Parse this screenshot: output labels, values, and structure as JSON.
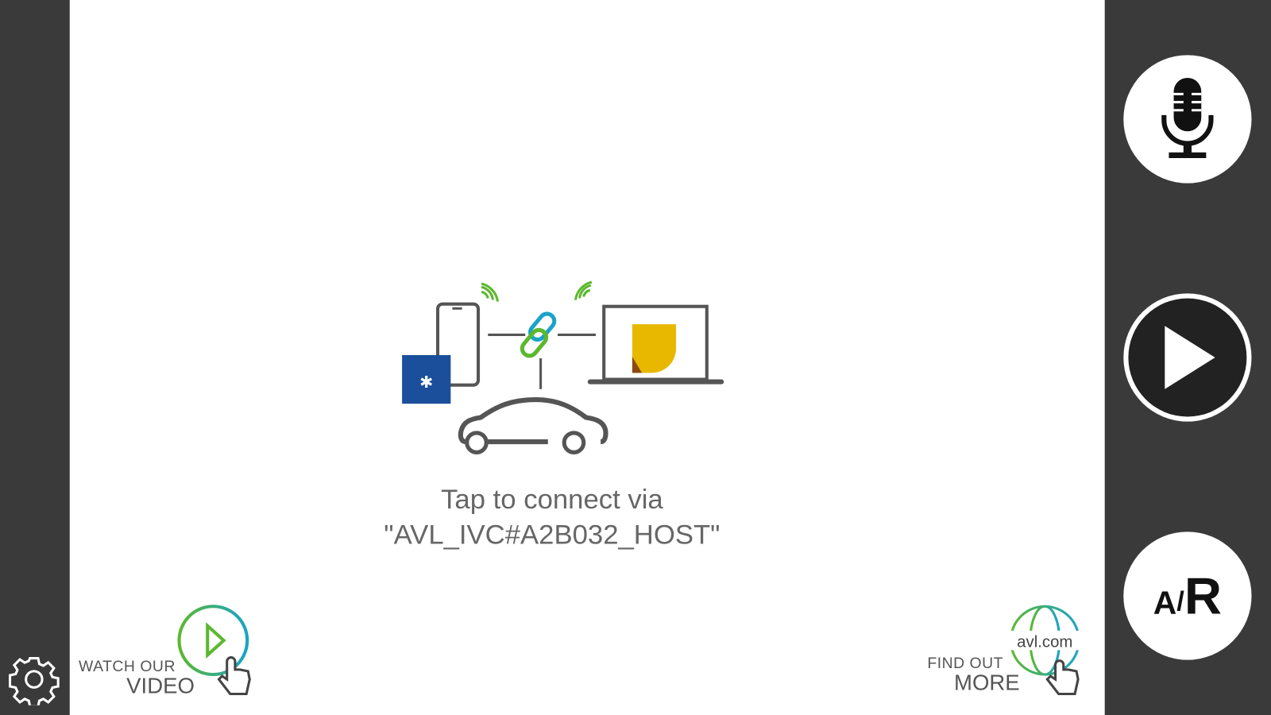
{
  "connect": {
    "line1": "Tap to connect via",
    "line2": "\"AVL_IVC#A2B032_HOST\""
  },
  "watch_video": {
    "line1": "WATCH OUR",
    "line2": "VIDEO"
  },
  "find_out_more": {
    "line1": "FIND OUT",
    "line2": "MORE",
    "globe_text": "avl.com"
  },
  "side_buttons": {
    "mic": "microphone-icon",
    "play": "play-icon",
    "ar_a": "A",
    "ar_slash": "/",
    "ar_r": "R"
  },
  "colors": {
    "dark_bar": "#3a3a3a",
    "green": "#5cb82e",
    "teal": "#1aa3c8",
    "blue_tile": "#1b4e9b",
    "yellow": "#e8b800"
  }
}
